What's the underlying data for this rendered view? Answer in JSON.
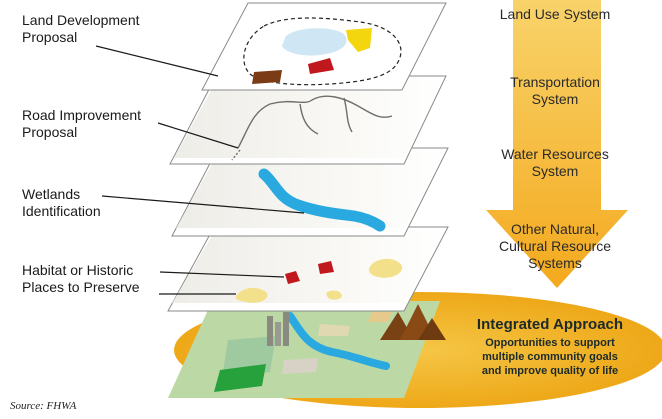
{
  "layer_labels": [
    {
      "line1": "Land Development",
      "line2": "Proposal"
    },
    {
      "line1": "Road Improvement",
      "line2": "Proposal"
    },
    {
      "line1": "Wetlands",
      "line2": "Identification"
    },
    {
      "line1": "Habitat or Historic",
      "line2": "Places to Preserve"
    }
  ],
  "systems": [
    {
      "line1": "Land Use System",
      "line2": ""
    },
    {
      "line1": "Transportation",
      "line2": "System"
    },
    {
      "line1": "Water Resources",
      "line2": "System"
    },
    {
      "line1": "Other Natural,",
      "line2": "Cultural Resource",
      "line3": "Systems"
    }
  ],
  "integrated": {
    "title": "Integrated Approach",
    "line1": "Opportunities to support",
    "line2": "multiple community goals",
    "line3": "and improve quality of life"
  },
  "source": "Source: FHWA",
  "colors": {
    "arrow": "#f6b52a",
    "ellipse": "#f2b11e",
    "water": "#2aa9e0",
    "habitat_red": "#c0181c",
    "habitat_yellow": "#f3e08a",
    "land_yellow": "#f4d60f",
    "land_blue": "#cfe7f4",
    "land_brown": "#7a3b15",
    "mountain": "#7a4214",
    "green": "#27a13b"
  }
}
